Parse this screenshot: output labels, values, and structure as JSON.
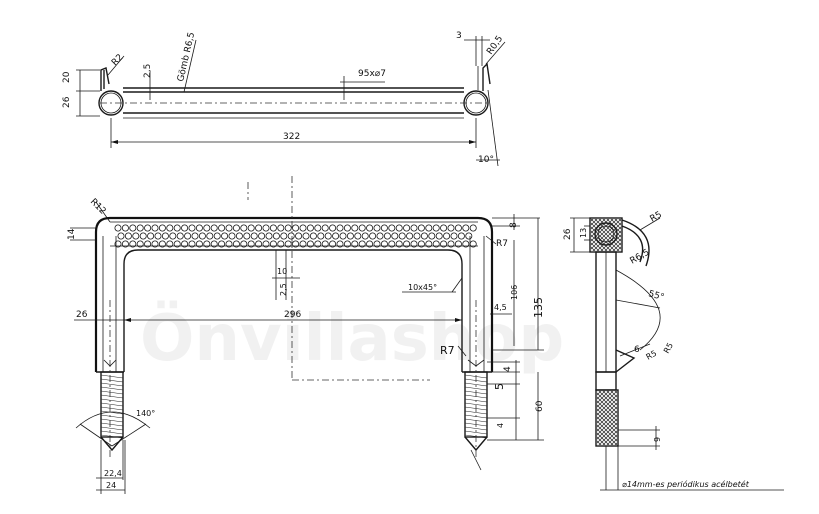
{
  "watermark": "Önvillashop",
  "top_view": {
    "labels": {
      "r2": "R2",
      "dim_25": "2,5",
      "gomb": "Gömb R6,5",
      "dim_3": "3",
      "r05": "R0,5",
      "dim_20": "20",
      "dim_26": "26",
      "dim_95": "95x⌀7",
      "dim_322": "322",
      "angle_10": "10°"
    }
  },
  "front_view": {
    "labels": {
      "r12": "R12",
      "dim_14": "14",
      "r7_top": "R7",
      "dim_8": "8",
      "dim_10": "10",
      "dim_25": "2,5",
      "chamfer": "10x45°",
      "dim_106": "106",
      "dim_135": "135",
      "dim_45": "4,5",
      "dim_26": "26",
      "dim_296": "296",
      "r7_bottom": "R7",
      "dim_4a": "4",
      "dim_5": "5",
      "dim_60": "60",
      "dim_4b": "4",
      "angle_140": "140°",
      "dim_224": "22,4",
      "dim_24": "24"
    }
  },
  "side_view": {
    "labels": {
      "dim_26": "26",
      "dim_13": "13",
      "r5_top": "R5",
      "r65": "R6,5",
      "angle_55": "55°",
      "dim_6": "6",
      "r5_a": "R5",
      "r5_b": "R5",
      "dim_9": "9",
      "note": "⌀14mm-es periódikus acélbetét"
    }
  }
}
